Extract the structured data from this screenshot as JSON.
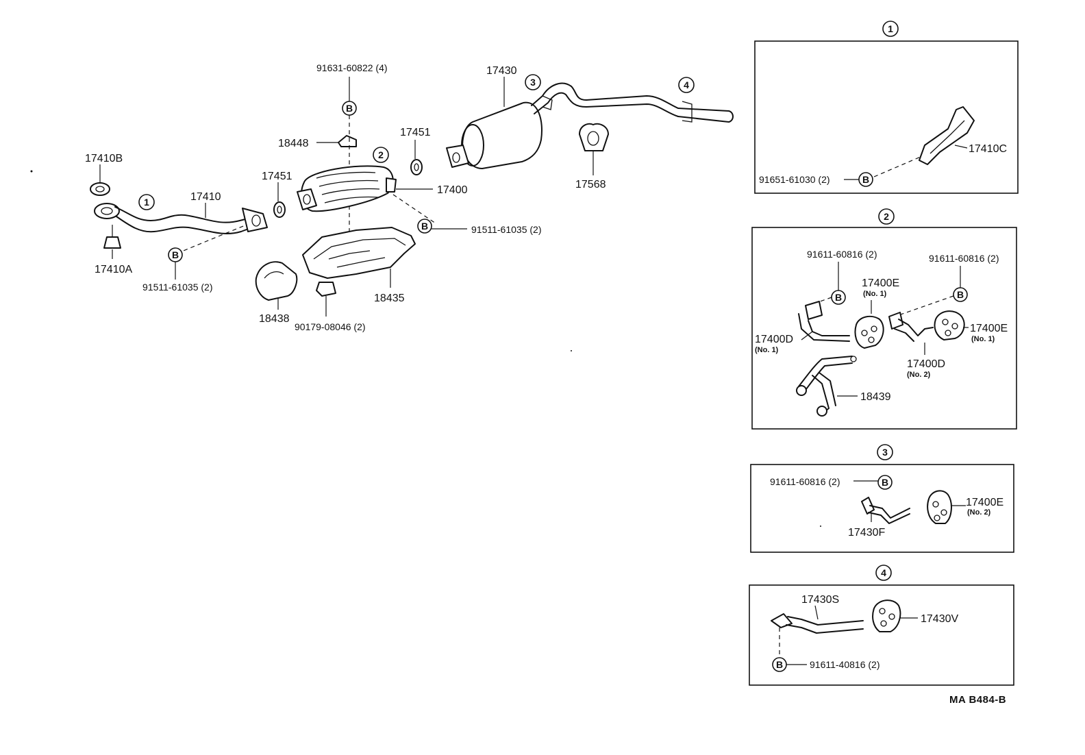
{
  "diagram": {
    "code": "MA B484-B",
    "bolt_symbol": "B",
    "main": {
      "p17410B": "17410B",
      "p17410": "17410",
      "p17410A": "17410A",
      "bolt_a": "91511-61035 (2)",
      "p17451_a": "17451",
      "p18448": "18448",
      "bolt_top": "91631-60822 (4)",
      "p17451_b": "17451",
      "p17400": "17400",
      "bolt_b": "91511-61035 (2)",
      "p18438": "18438",
      "p90179": "90179-08046 (2)",
      "p18435": "18435",
      "p17430": "17430",
      "p17568": "17568",
      "ref1": "1",
      "ref2": "2",
      "ref3": "3",
      "ref4": "4"
    },
    "detail1": {
      "ref": "1",
      "p17410C": "17410C",
      "bolt": "91651-61030 (2)"
    },
    "detail2": {
      "ref": "2",
      "bolt_left": "91611-60816 (2)",
      "bolt_right": "91611-60816 (2)",
      "p17400E_a": "17400E",
      "p17400E_a_sub": "(No. 1)",
      "p17400E_b": "17400E",
      "p17400E_b_sub": "(No. 1)",
      "p17400D_a": "17400D",
      "p17400D_a_sub": "(No. 1)",
      "p17400D_b": "17400D",
      "p17400D_b_sub": "(No. 2)",
      "p18439": "18439"
    },
    "detail3": {
      "ref": "3",
      "bolt": "91611-60816 (2)",
      "p17430F": "17430F",
      "p17400E": "17400E",
      "p17400E_sub": "(No. 2)"
    },
    "detail4": {
      "ref": "4",
      "p17430S": "17430S",
      "p17430V": "17430V",
      "bolt": "91611-40816 (2)"
    }
  }
}
